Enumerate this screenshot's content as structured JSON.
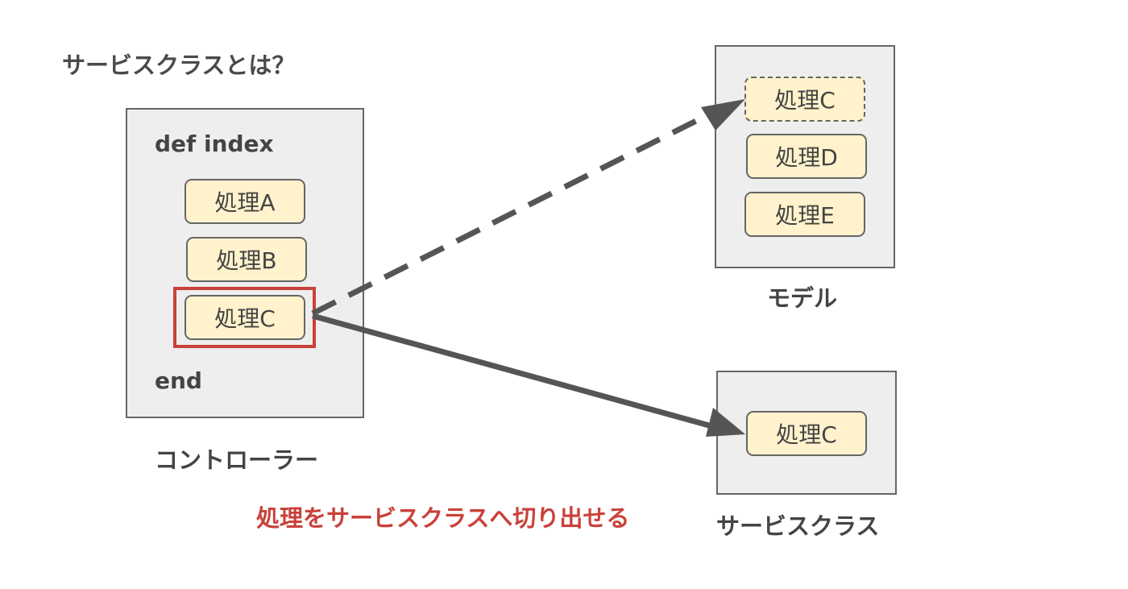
{
  "title": "サービスクラスとは？",
  "controller": {
    "label": "コントローラー",
    "def_line": "def index",
    "end_line": "end",
    "steps": [
      "処理A",
      "処理B",
      "処理C"
    ]
  },
  "model": {
    "label": "モデル",
    "steps": [
      "処理C",
      "処理D",
      "処理E"
    ]
  },
  "service": {
    "label": "サービスクラス",
    "steps": [
      "処理C"
    ]
  },
  "note": "処理をサービスクラスへ切り出せる",
  "colors": {
    "panel_bg": "#eeeeee",
    "step_bg": "#fff2cc",
    "border": "#666666",
    "accent": "#c9413a",
    "arrow": "#555555"
  }
}
